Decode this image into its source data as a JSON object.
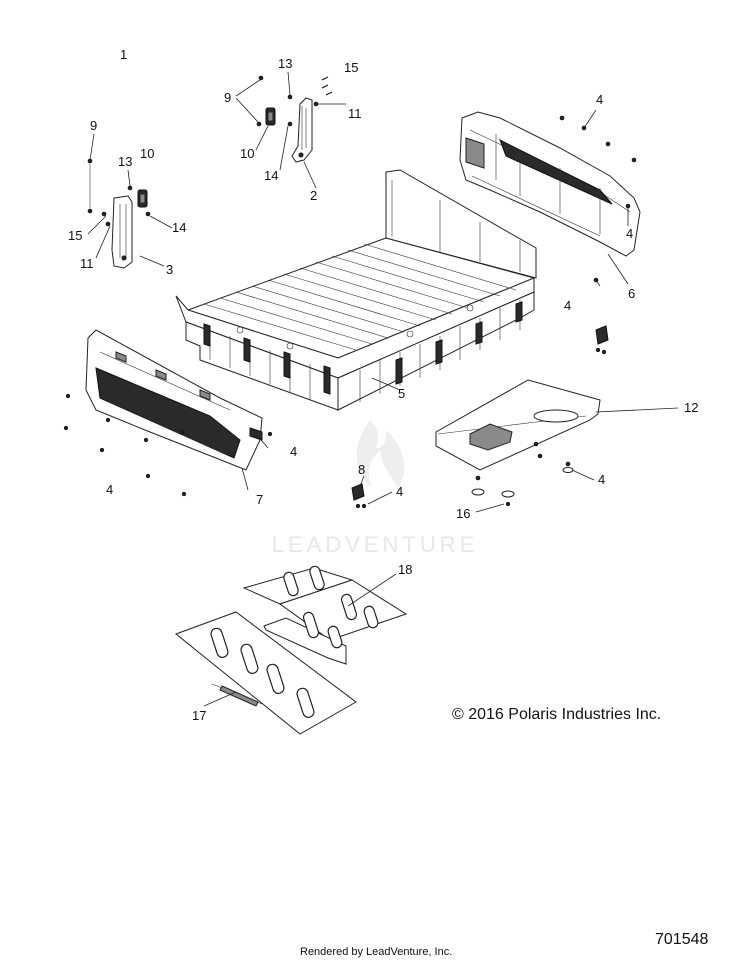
{
  "diagram": {
    "watermark": "LEADVENTURE",
    "copyright": "© 2016 Polaris Industries Inc.",
    "footer": "Rendered by LeadVenture, Inc.",
    "doc_number": "701548",
    "callouts": {
      "c1": "1",
      "c9a": "9",
      "c13a": "13",
      "c15a": "15",
      "c11a": "11",
      "c10a": "10",
      "c14a": "14",
      "c2": "2",
      "c9b": "9",
      "c13b": "13",
      "c10b": "10",
      "c14b": "14",
      "c15b": "15",
      "c11b": "11",
      "c3": "3",
      "c4a": "4",
      "c4b": "4",
      "c4c": "4",
      "c6": "6",
      "c5": "5",
      "c12": "12",
      "c4d": "4",
      "c4e": "4",
      "c7": "7",
      "c8": "8",
      "c4f": "4",
      "c16": "16",
      "c4g": "4",
      "c18": "18",
      "c17": "17"
    }
  }
}
